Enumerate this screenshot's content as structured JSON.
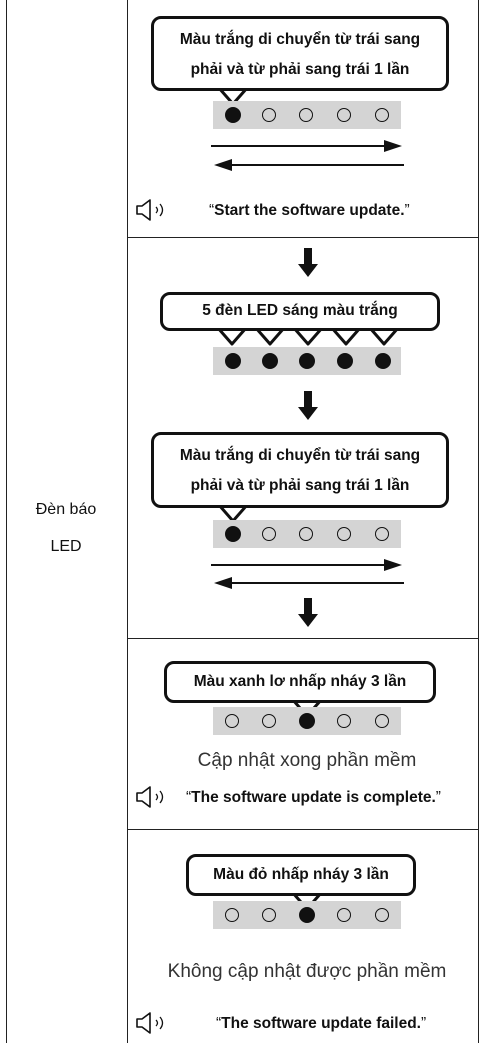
{
  "row_label_line1": "Đèn báo",
  "row_label_line2": "LED",
  "section1": {
    "callout_line1": "Màu trắng di chuyển từ trái sang",
    "callout_line2": "phải và từ phải sang trái 1 lần",
    "voice": "Start the software update."
  },
  "section2": {
    "callout_all_on": "5 đèn LED sáng màu trắng",
    "callout_line1": "Màu trắng di chuyển từ trái sang",
    "callout_line2": "phải và từ phải sang trái 1 lần"
  },
  "section3": {
    "callout": "Màu xanh lơ nhấp nháy 3 lần",
    "caption": "Cập nhật xong phần mềm",
    "voice": "The software update is complete."
  },
  "section4": {
    "callout": "Màu đỏ nhấp nháy 3 lần",
    "caption": "Không cập nhật được phần mềm",
    "voice": "The software update failed."
  },
  "quote_open": "“",
  "quote_close": "”"
}
